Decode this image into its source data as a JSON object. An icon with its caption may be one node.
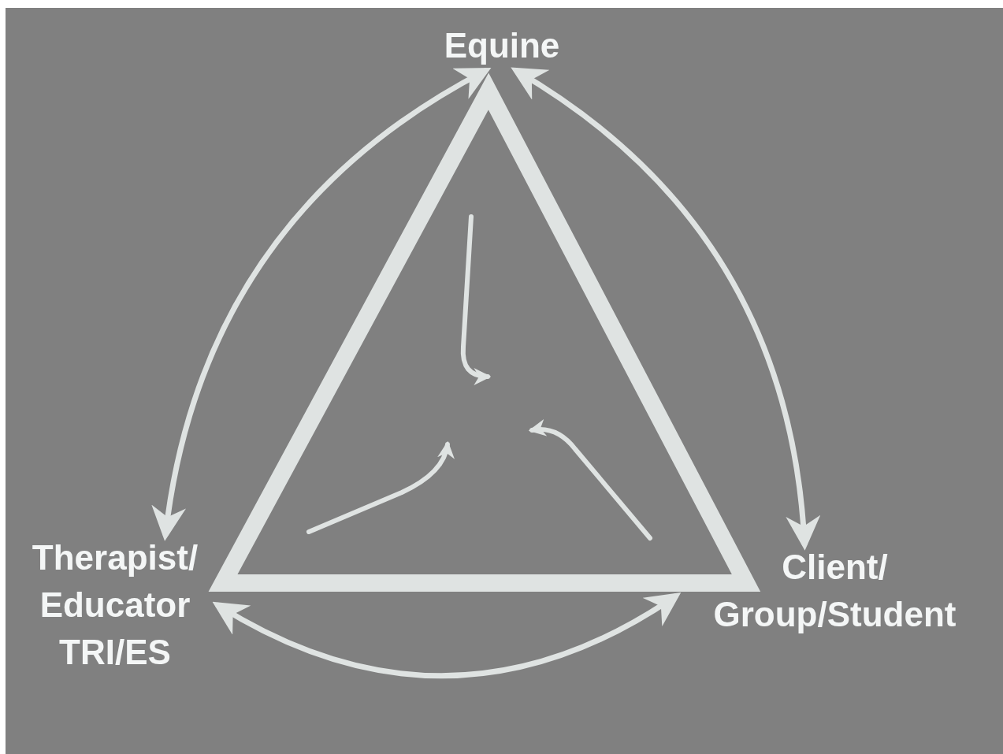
{
  "diagram": {
    "nodes": [
      {
        "text": [
          "Equine"
        ]
      },
      {
        "text": [
          "Therapist/ Educator TRI/ES"
        ]
      },
      {
        "text": [
          "Client/ Group/Student"
        ]
      }
    ],
    "edges": [
      {
        "from": 0,
        "to": 1,
        "arrow": "both"
      },
      {
        "from": 1,
        "to": 2,
        "arrow": "both"
      },
      {
        "from": 2,
        "to": 0,
        "arrow": "both"
      }
    ]
  }
}
